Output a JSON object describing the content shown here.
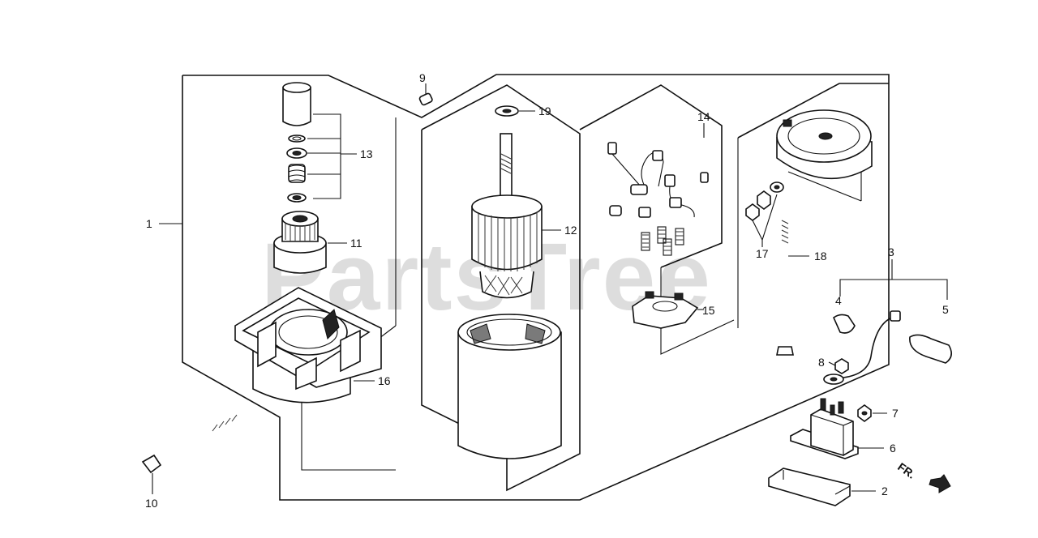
{
  "watermark": "PartsTree",
  "direction_label": "FR.",
  "callouts": {
    "c1": "1",
    "c2": "2",
    "c3": "3",
    "c4": "4",
    "c5": "5",
    "c6": "6",
    "c7": "7",
    "c8": "8",
    "c9": "9",
    "c10": "10",
    "c11": "11",
    "c12": "12",
    "c13": "13",
    "c14": "14",
    "c15": "15",
    "c16": "16",
    "c17": "17",
    "c18": "18",
    "c19": "19"
  }
}
